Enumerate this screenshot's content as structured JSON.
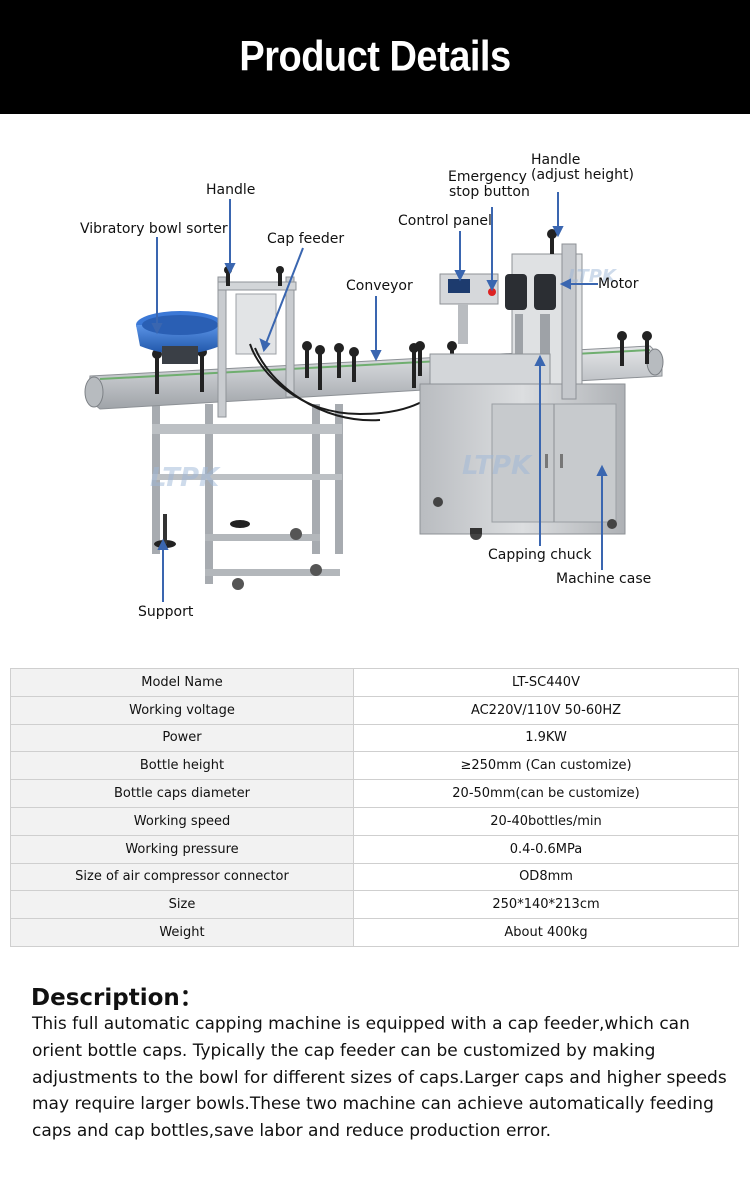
{
  "header": {
    "title": "Product Details"
  },
  "illustration": {
    "watermark": "LTPK",
    "callouts": {
      "vibratory_bowl_sorter": "Vibratory bowl sorter",
      "handle": "Handle",
      "cap_feeder": "Cap feeder",
      "conveyor": "Conveyor",
      "control_panel": "Control panel",
      "emergency_stop_line1": "Emergency",
      "emergency_stop_line2": "stop button",
      "handle_adjust_line1": "Handle",
      "handle_adjust_line2": "(adjust height)",
      "motor": "Motor",
      "capping_chuck": "Capping chuck",
      "machine_case": "Machine case",
      "support": "Support"
    },
    "colors": {
      "callout_line": "#3a66b0",
      "bowl": "#2e6fd0",
      "steel": "#c8cbcf"
    }
  },
  "specs": {
    "rows": [
      {
        "label": "Model Name",
        "value": "LT-SC440V"
      },
      {
        "label": "Working voltage",
        "value": "AC220V/110V 50-60HZ"
      },
      {
        "label": "Power",
        "value": "1.9KW"
      },
      {
        "label": "Bottle height",
        "value": "≥250mm (Can customize)"
      },
      {
        "label": "Bottle caps diameter",
        "value": "20-50mm(can be customize)"
      },
      {
        "label": "Working speed",
        "value": "20-40bottles/min"
      },
      {
        "label": "Working pressure",
        "value": "0.4-0.6MPa"
      },
      {
        "label": "Size of air compressor connector",
        "value": "OD8mm"
      },
      {
        "label": "Size",
        "value": "250*140*213cm"
      },
      {
        "label": "Weight",
        "value": "About 400kg"
      }
    ]
  },
  "description": {
    "heading": "Description：",
    "body": "This full automatic capping machine is equipped with a cap feeder,which can orient bottle caps. Typically the cap feeder can be customized by making adjustments to the bowl for different sizes of caps.Larger caps and higher speeds may require larger bowls.These two machine can achieve automatically feeding caps and cap bottles,save labor and reduce production error."
  }
}
